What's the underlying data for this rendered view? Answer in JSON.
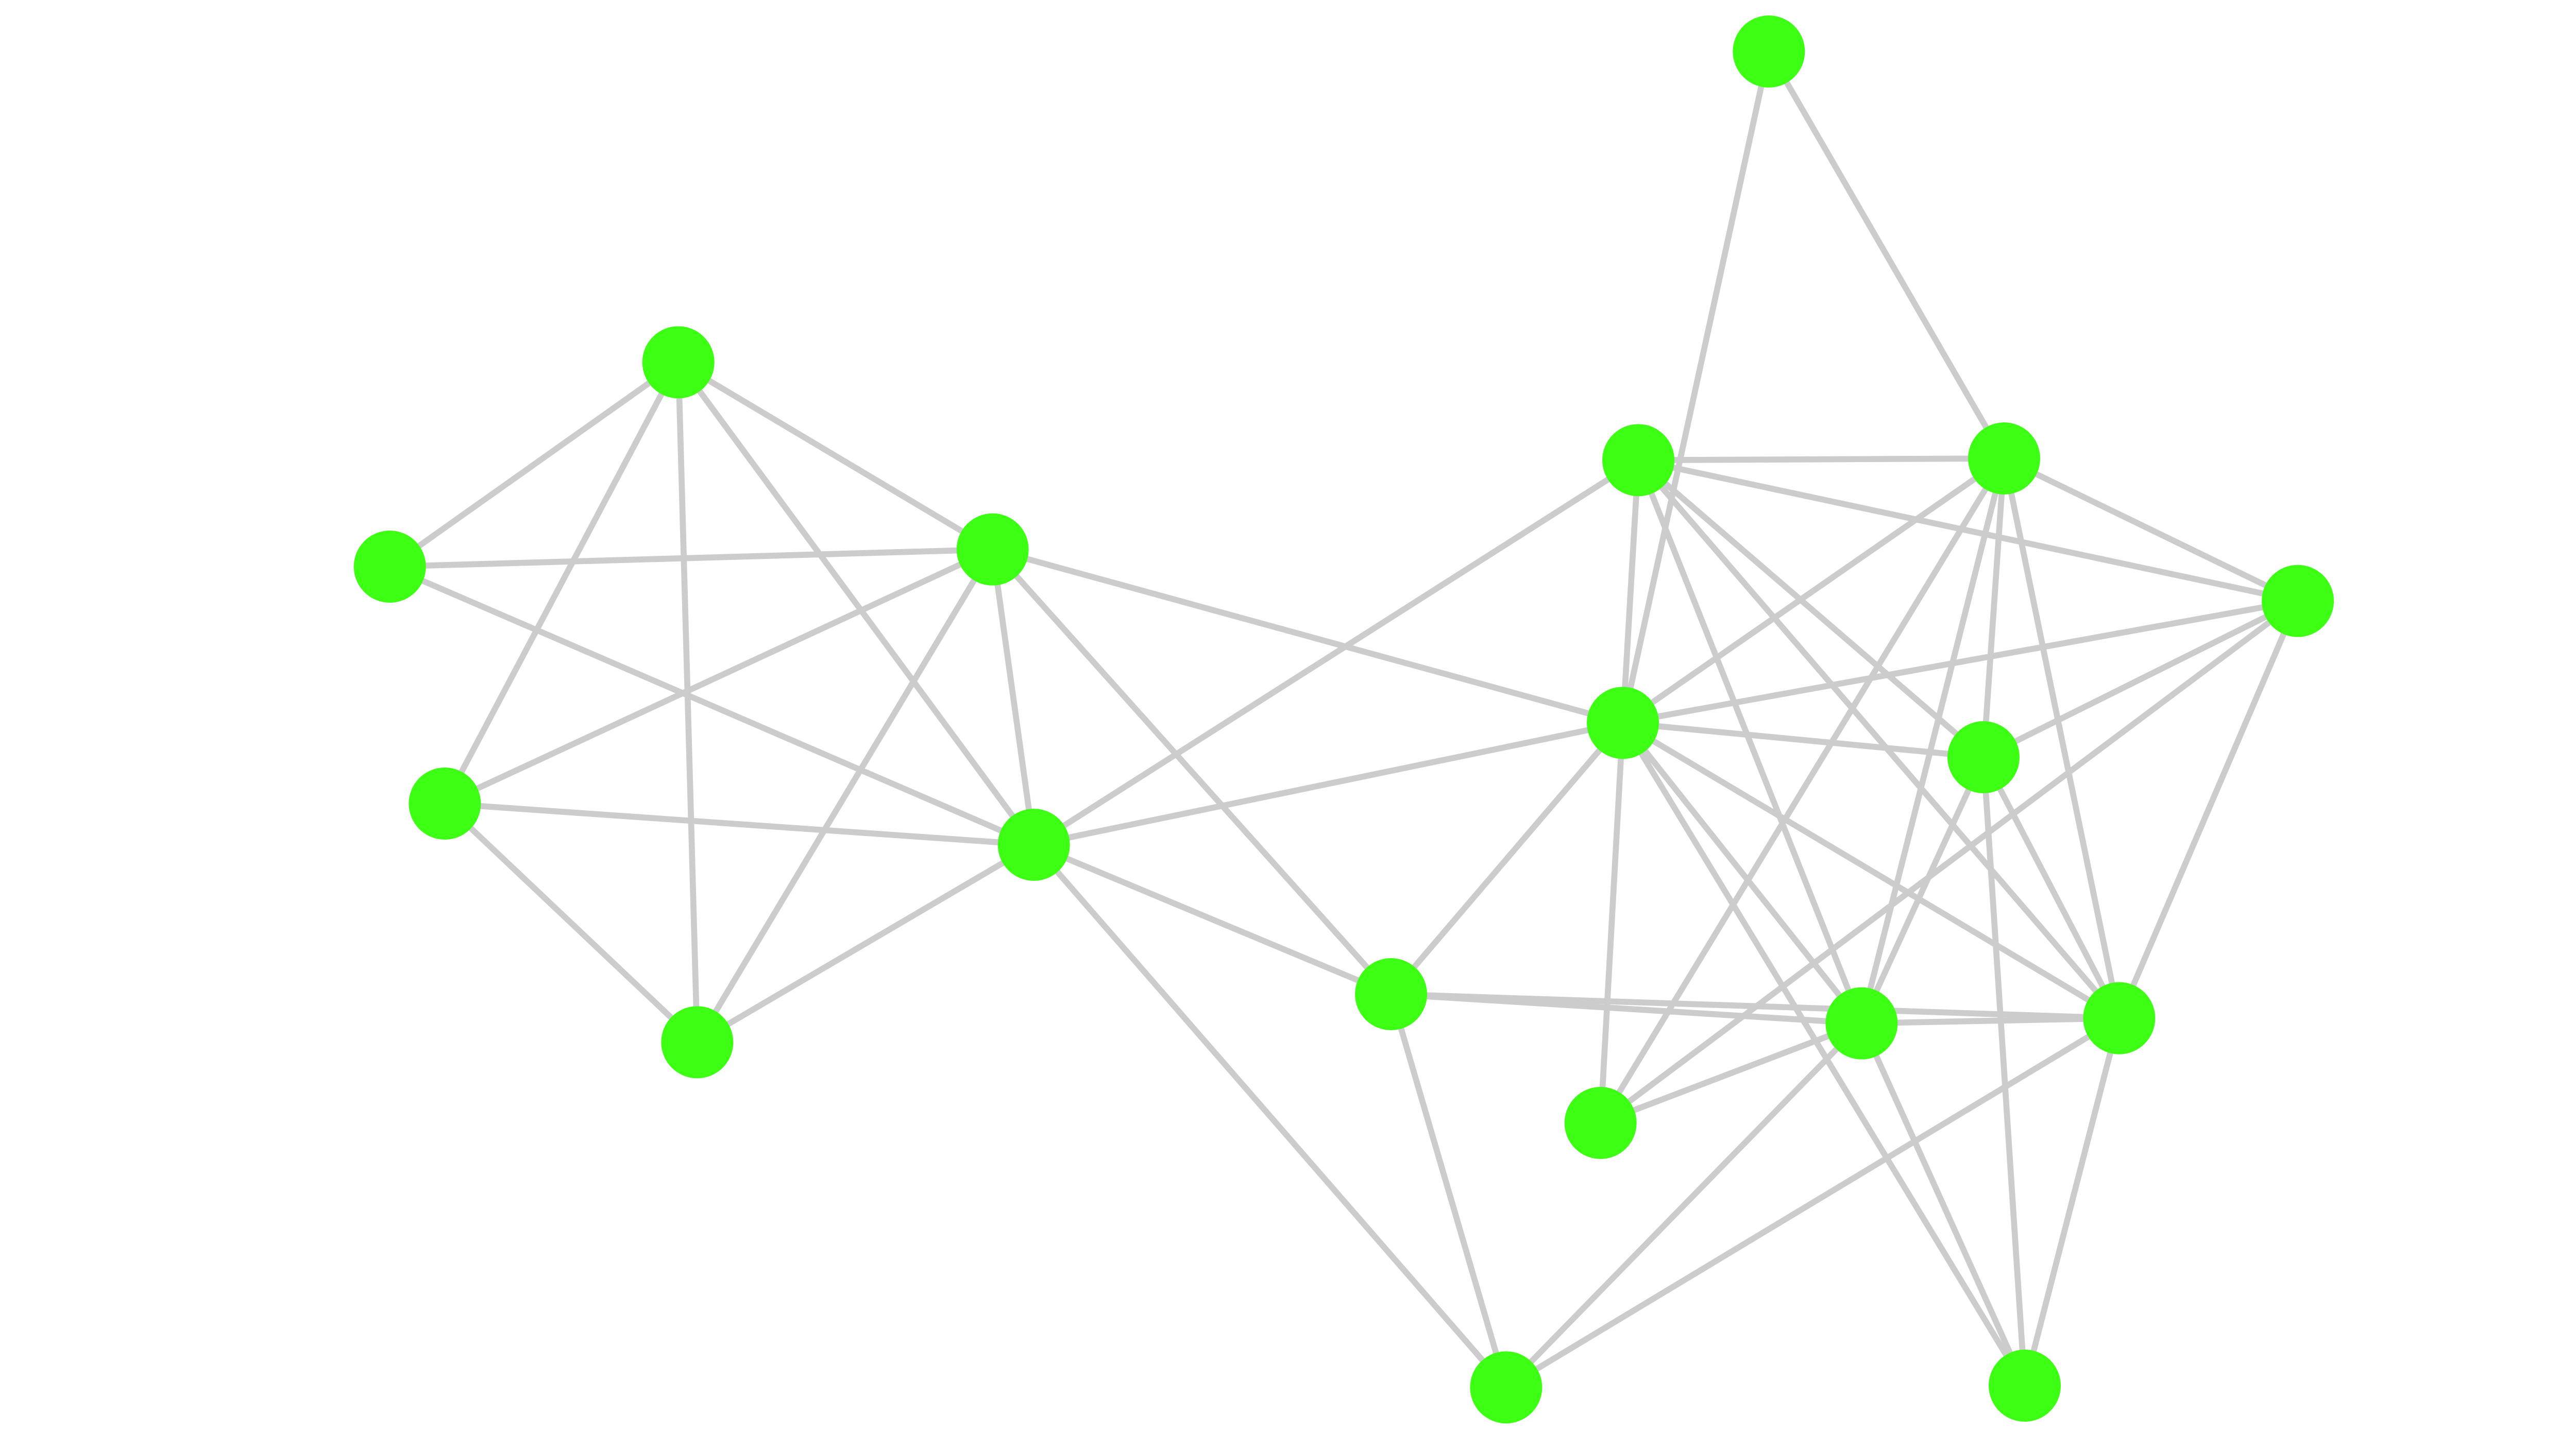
{
  "graph": {
    "type": "network",
    "node_color": "#3cff14",
    "edge_color": "#cccccc",
    "node_count": 18,
    "edges": [
      [
        0,
        9
      ],
      [
        0,
        5
      ],
      [
        1,
        2
      ],
      [
        1,
        3
      ],
      [
        1,
        7
      ],
      [
        1,
        14
      ],
      [
        1,
        8
      ],
      [
        2,
        3
      ],
      [
        2,
        8
      ],
      [
        3,
        7
      ],
      [
        3,
        14
      ],
      [
        3,
        8
      ],
      [
        3,
        11
      ],
      [
        3,
        9
      ],
      [
        7,
        8
      ],
      [
        7,
        14
      ],
      [
        8,
        14
      ],
      [
        8,
        4
      ],
      [
        8,
        9
      ],
      [
        8,
        11
      ],
      [
        8,
        16
      ],
      [
        4,
        5
      ],
      [
        4,
        6
      ],
      [
        4,
        9
      ],
      [
        4,
        12
      ],
      [
        4,
        13
      ],
      [
        4,
        10
      ],
      [
        5,
        6
      ],
      [
        5,
        9
      ],
      [
        5,
        10
      ],
      [
        5,
        12
      ],
      [
        5,
        13
      ],
      [
        5,
        15
      ],
      [
        6,
        9
      ],
      [
        6,
        10
      ],
      [
        6,
        15
      ],
      [
        6,
        13
      ],
      [
        9,
        10
      ],
      [
        9,
        11
      ],
      [
        9,
        12
      ],
      [
        9,
        13
      ],
      [
        9,
        17
      ],
      [
        9,
        15
      ],
      [
        10,
        12
      ],
      [
        10,
        13
      ],
      [
        10,
        17
      ],
      [
        11,
        12
      ],
      [
        11,
        13
      ],
      [
        11,
        16
      ],
      [
        12,
        13
      ],
      [
        12,
        15
      ],
      [
        12,
        16
      ],
      [
        12,
        17
      ],
      [
        13,
        16
      ],
      [
        13,
        17
      ]
    ]
  }
}
